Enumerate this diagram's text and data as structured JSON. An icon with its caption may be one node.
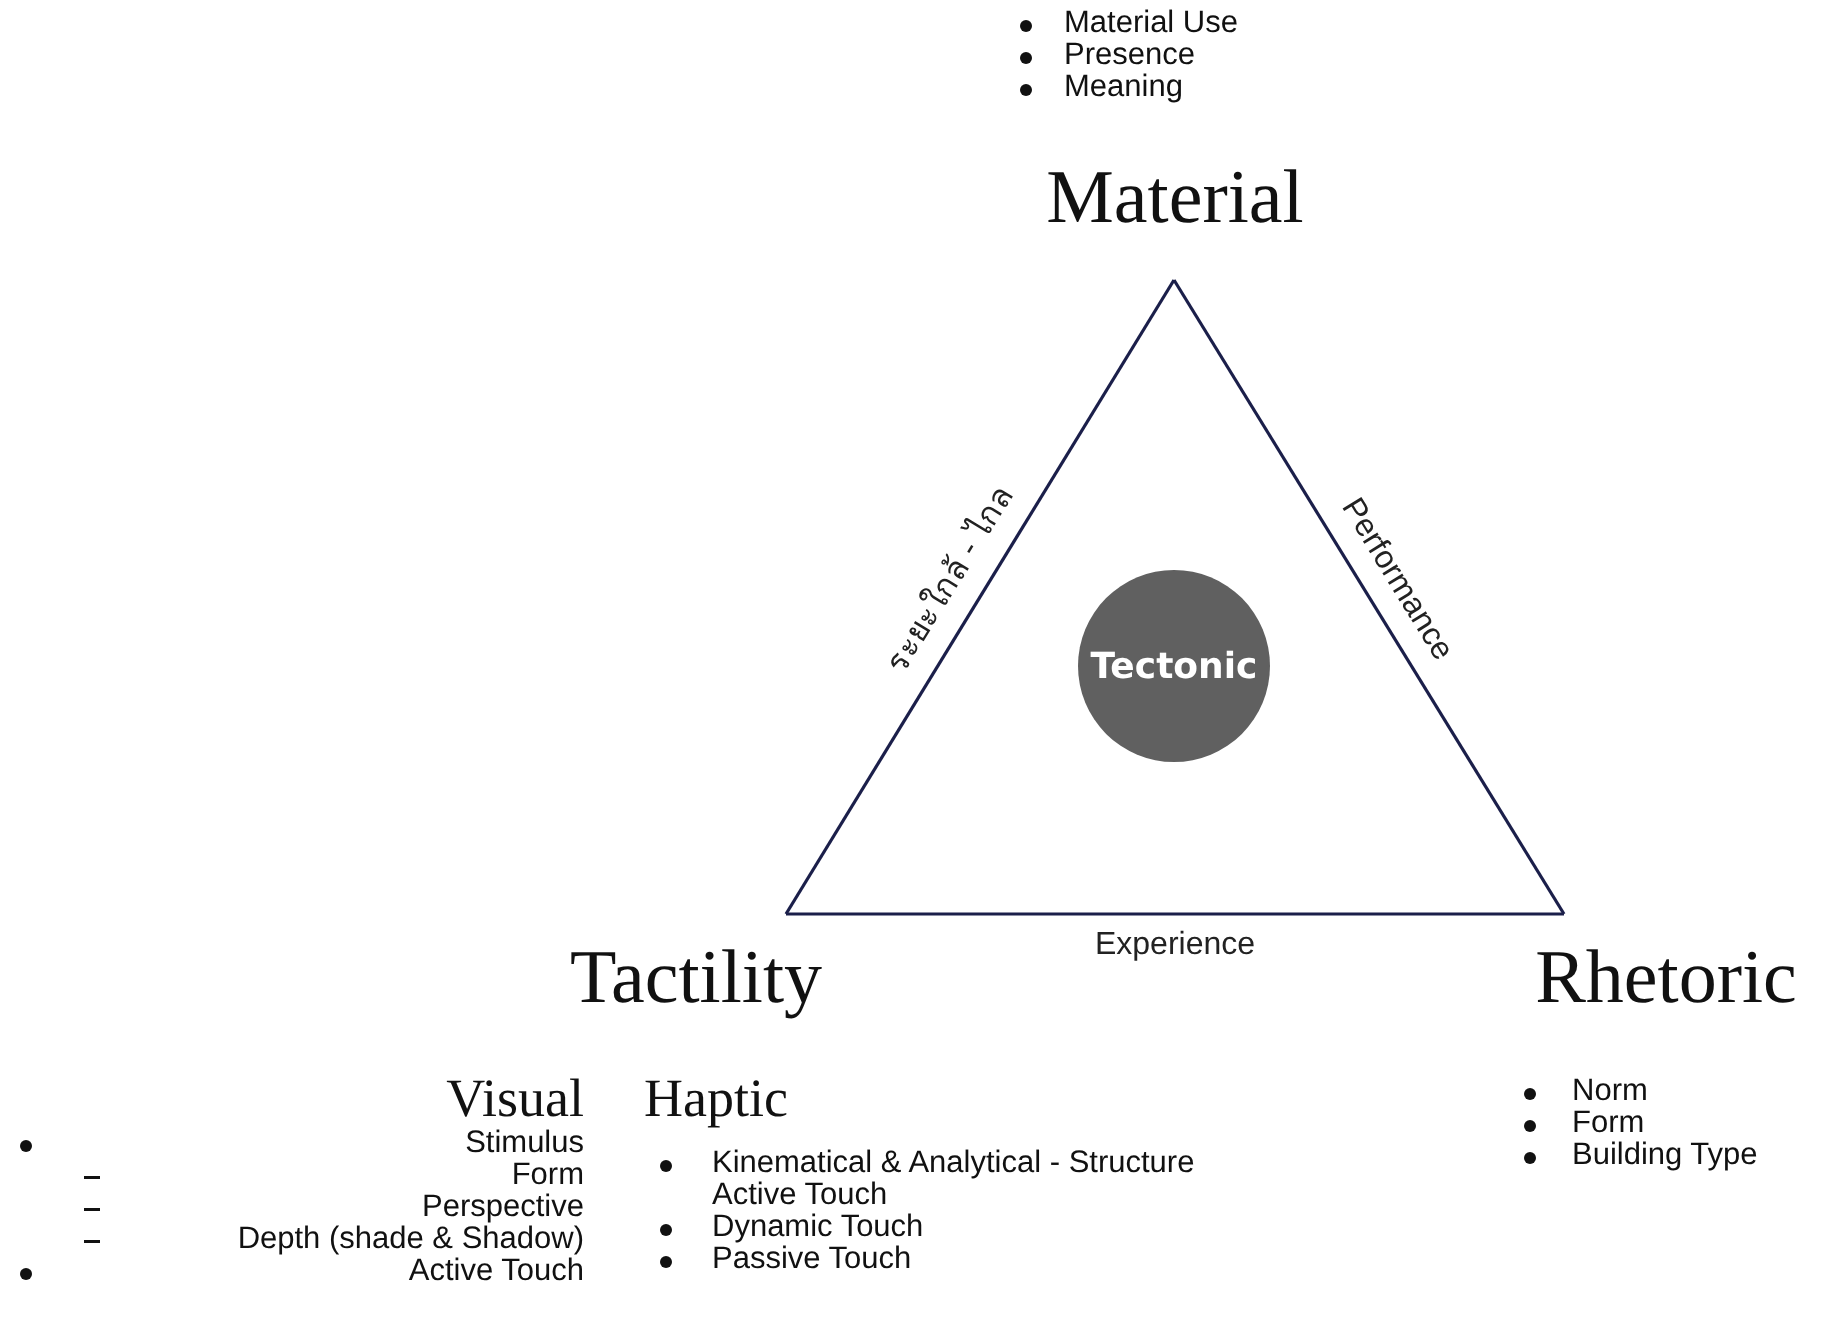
{
  "diagram": {
    "nodes": [
      {
        "text": [
          "Material"
        ],
        "beside": [
          "Material Use",
          "Presence",
          "Meaning"
        ]
      },
      {
        "text": [
          "Tactility"
        ],
        "beside": [
          "Visual",
          "Stimulus",
          "Form",
          "Perspective",
          "Depth (shade & Shadow)",
          "Active Touch",
          "Haptic",
          "Kinematical & Analytical - Structure",
          "Active Touch",
          "Dynamic Touch",
          "Passive Touch"
        ]
      },
      {
        "text": [
          "Rhetoric"
        ],
        "beside": [
          "Norm",
          "Form",
          "Building Type"
        ]
      },
      {
        "text": [
          "Tectonic"
        ]
      }
    ],
    "edges": [
      {
        "from": 0,
        "to": 1,
        "arrow": "none",
        "label": "ระยะใกล้ - ไกล"
      },
      {
        "from": 0,
        "to": 2,
        "arrow": "none",
        "label": "Performance"
      },
      {
        "from": 1,
        "to": 2,
        "arrow": "none",
        "label": "Experience"
      }
    ]
  }
}
